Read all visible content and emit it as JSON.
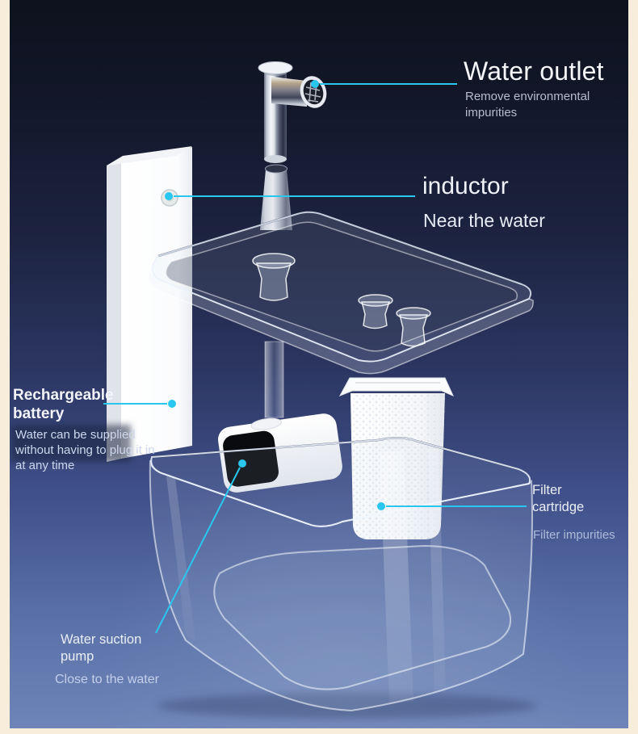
{
  "colors": {
    "accent_cyan": "#29c7ef",
    "frame_cream": "#f8ecda",
    "background_top": "#0e121e",
    "background_bottom": "#6e85b8"
  },
  "callouts": {
    "water_outlet": {
      "title": "Water outlet",
      "subtitle": "Remove environmental impurities"
    },
    "inductor": {
      "title": "inductor",
      "subtitle": "Near the water"
    },
    "battery": {
      "title": "Rechargeable battery",
      "subtitle": "Water can be supplied without having to plug it in at any time"
    },
    "filter": {
      "title": "Filter cartridge",
      "subtitle": "Filter impurities"
    },
    "pump": {
      "title": "Water suction pump",
      "subtitle": "Close to the water"
    }
  },
  "parts": [
    "chrome-faucet",
    "riser-tube",
    "rechargeable-battery-tower",
    "inductor-sensor",
    "upper-tray",
    "water-suction-pump",
    "filter-cartridge",
    "water-tank"
  ]
}
